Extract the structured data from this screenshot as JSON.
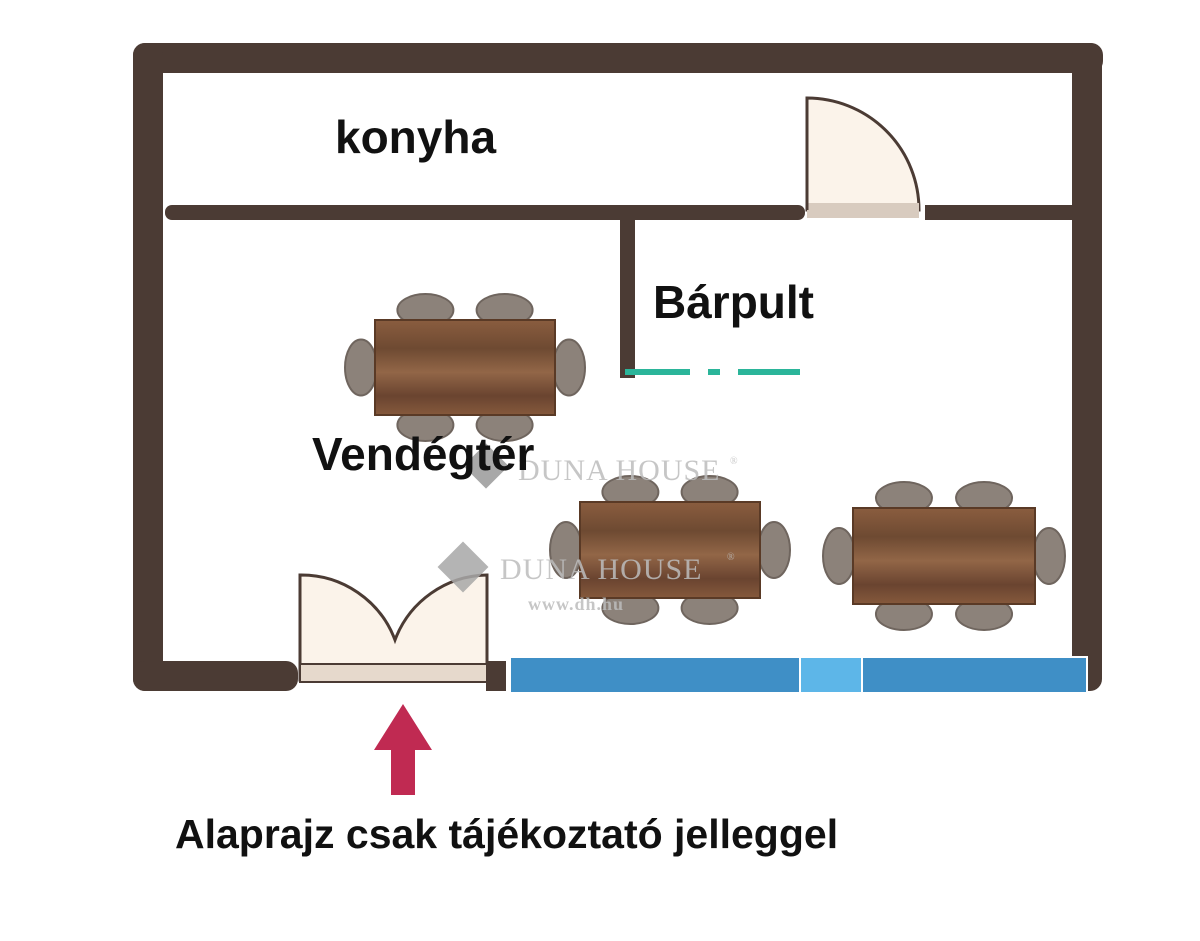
{
  "rooms": {
    "kitchen": "konyha",
    "bar": "Bárpult",
    "dining": "Vendégtér"
  },
  "caption": "Alaprajz csak tájékoztató jelleggel",
  "watermark": {
    "brand": "DUNA HOUSE",
    "registered": "®",
    "url": "www.dh.hu"
  },
  "colors": {
    "wall": "#4b3b34",
    "window": "#3f8fc6",
    "window_light": "#5db6e8",
    "bar_counter": "#2bb59a",
    "arrow": "#c02a52",
    "table": "#7a5238",
    "chair": "#8c827a",
    "door_fill": "#fbf3ea"
  }
}
